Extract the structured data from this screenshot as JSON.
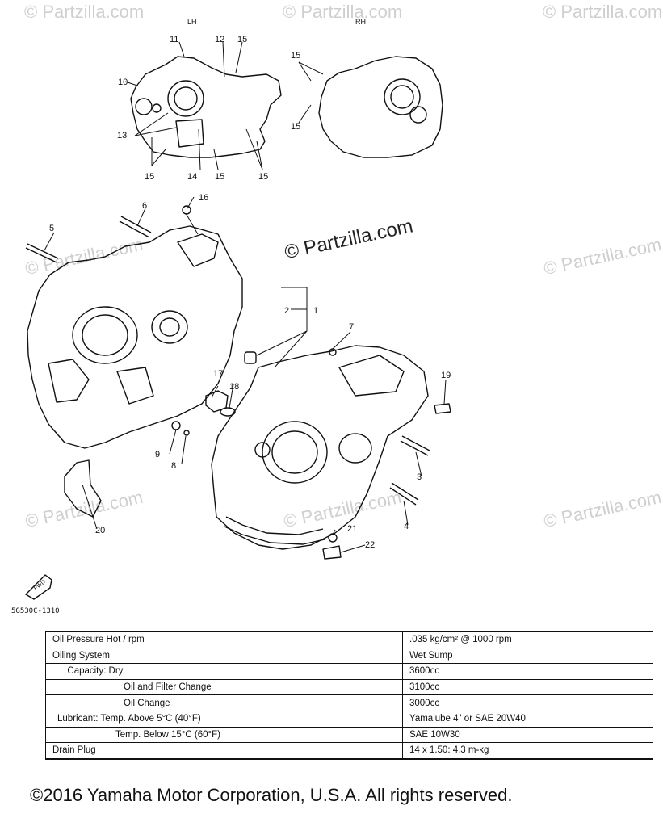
{
  "diagram": {
    "labels": {
      "lh": "LH",
      "rh": "RH",
      "drawing_code": "5G530C-1310",
      "front_arrow": "FWD"
    },
    "watermark": "© Partzilla.com",
    "callouts": [
      "1",
      "2",
      "3",
      "4",
      "5",
      "6",
      "7",
      "8",
      "9",
      "10",
      "11",
      "12",
      "13",
      "14",
      "15",
      "16",
      "17",
      "18",
      "19",
      "20",
      "21",
      "22"
    ]
  },
  "spec_table": [
    {
      "label": "Oil Pressure Hot / rpm",
      "value": ".035 kg/cm² @ 1000 rpm"
    },
    {
      "label": "Oiling System",
      "value": "Wet Sump"
    },
    {
      "label": "  Capacity: Dry",
      "value": "3600cc"
    },
    {
      "label": "Oil and Filter Change",
      "value": "3100cc"
    },
    {
      "label": "Oil Change",
      "value": "3000cc"
    },
    {
      "label": "Lubricant: Temp. Above 5°C (40°F)",
      "value": "Yamalube 4\" or SAE 20W40"
    },
    {
      "label": "Temp. Below 15°C (60°F)",
      "value": "SAE 10W30"
    },
    {
      "label": "Drain Plug",
      "value": "14 x 1.50: 4.3 m-kg"
    }
  ],
  "footer": {
    "copyright": "©2016  Yamaha Motor Corporation, U.S.A. All rights reserved."
  }
}
